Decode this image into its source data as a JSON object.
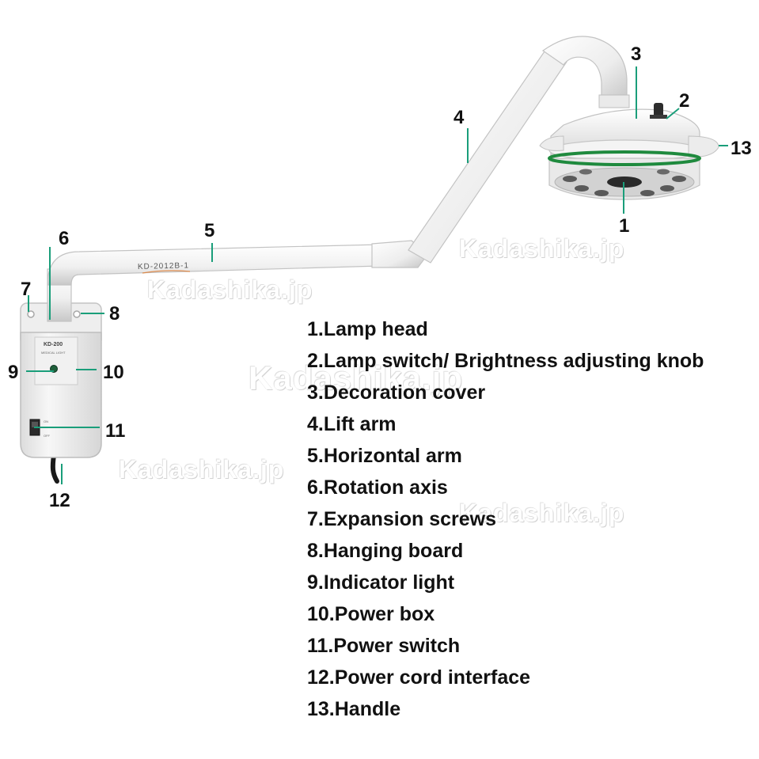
{
  "colors": {
    "leader": "#1a9e7a",
    "device": "#f2f2f2",
    "device_shade": "#cfcfcf",
    "ring": "#1f8a3e",
    "text": "#111111"
  },
  "product": {
    "arm_model": "KD-2012B-1",
    "box_model": "KD-200",
    "box_sub": "MEDICAL LIGHT",
    "switch_on": "ON",
    "switch_off": "OFF"
  },
  "watermark": "Kadashika.jp",
  "callouts": [
    "1",
    "2",
    "3",
    "4",
    "5",
    "6",
    "7",
    "8",
    "9",
    "10",
    "11",
    "12",
    "13"
  ],
  "legend": [
    "1.Lamp head",
    "2.Lamp switch/ Brightness adjusting knob",
    "3.Decoration cover",
    "4.Lift arm",
    "5.Horizontal arm",
    "6.Rotation axis",
    "7.Expansion screws",
    "8.Hanging board",
    "9.Indicator light",
    "10.Power box",
    "11.Power switch",
    "12.Power cord interface",
    "13.Handle"
  ]
}
